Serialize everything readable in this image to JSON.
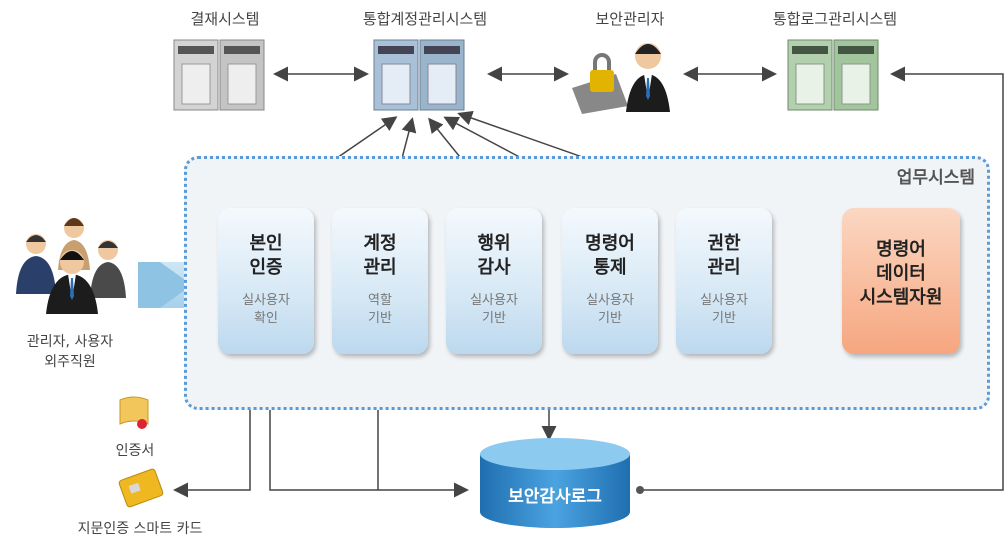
{
  "top": {
    "payment_system": "결재시스템",
    "iam_system": "통합계정관리시스템",
    "security_admin": "보안관리자",
    "log_system": "통합로그관리시스템"
  },
  "work_system": {
    "title": "업무시스템",
    "modules": [
      {
        "title": "본인\n인증",
        "sub": "실사용자\n확인"
      },
      {
        "title": "계정\n관리",
        "sub": "역할\n기반"
      },
      {
        "title": "행위\n감사",
        "sub": "실사용자\n기반"
      },
      {
        "title": "명령어\n통제",
        "sub": "실사용자\n기반"
      },
      {
        "title": "권한\n관리",
        "sub": "실사용자\n기반"
      }
    ],
    "command_resource": "명령어\n데이터\n시스템자원"
  },
  "users_label": "관리자, 사용자\n외주직원",
  "certificate_label": "인증서",
  "smartcard_label": "지문인증 스마트 카드",
  "audit_log": "보안감사로그",
  "colors": {
    "server_gray": "#c9c9c9",
    "server_blue": "#9fb8d0",
    "server_green": "#a9c8a6",
    "module_blue": "#d6e8f5",
    "command_orange": "#f6a67f",
    "db_blue": "#2f86c9",
    "border_blue": "#5a9ad6"
  }
}
